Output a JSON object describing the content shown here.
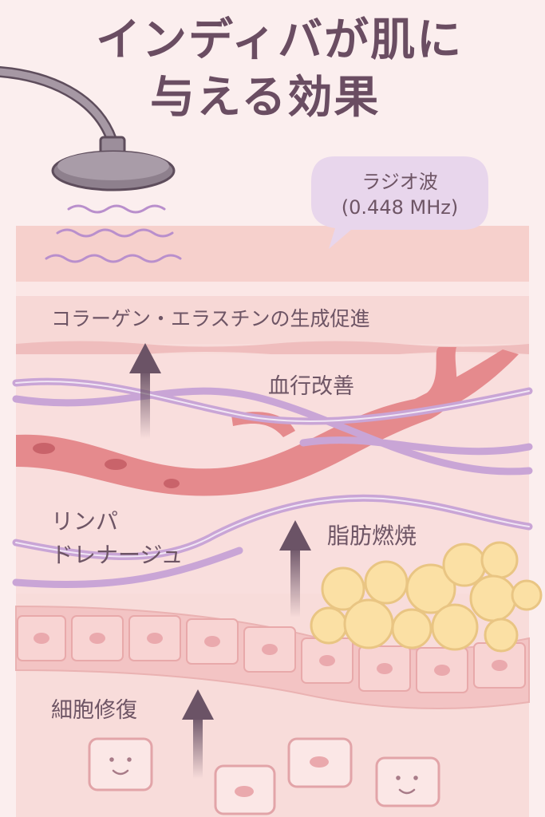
{
  "title": {
    "line1": "インディバが肌に",
    "line2": "与える効果"
  },
  "radio_wave": {
    "label": "ラジオ波",
    "frequency": "(0.448 MHz)"
  },
  "effects": {
    "collagen": "コラーゲン・エラスチンの生成促進",
    "blood": "血行改善",
    "lymph_line1": "リンパ",
    "lymph_line2": "ドレナージュ",
    "fat": "脂肪燃焼",
    "cell": "細胞修復"
  },
  "colors": {
    "background": "#fbeeee",
    "skin": "#f7d6d3",
    "blood_vessel": "#e58a8d",
    "lymph_vessel": "#c9a5d6",
    "fat_cell": "#fbe0a4",
    "arrow": "#6b5366",
    "text": "#6e5565"
  },
  "icons": [
    "indiba-probe-icon",
    "radio-wave-icon",
    "blood-vessel-icon",
    "lymph-vessel-icon",
    "fat-cell-icon",
    "happy-cell-icon",
    "up-arrow-icon"
  ]
}
